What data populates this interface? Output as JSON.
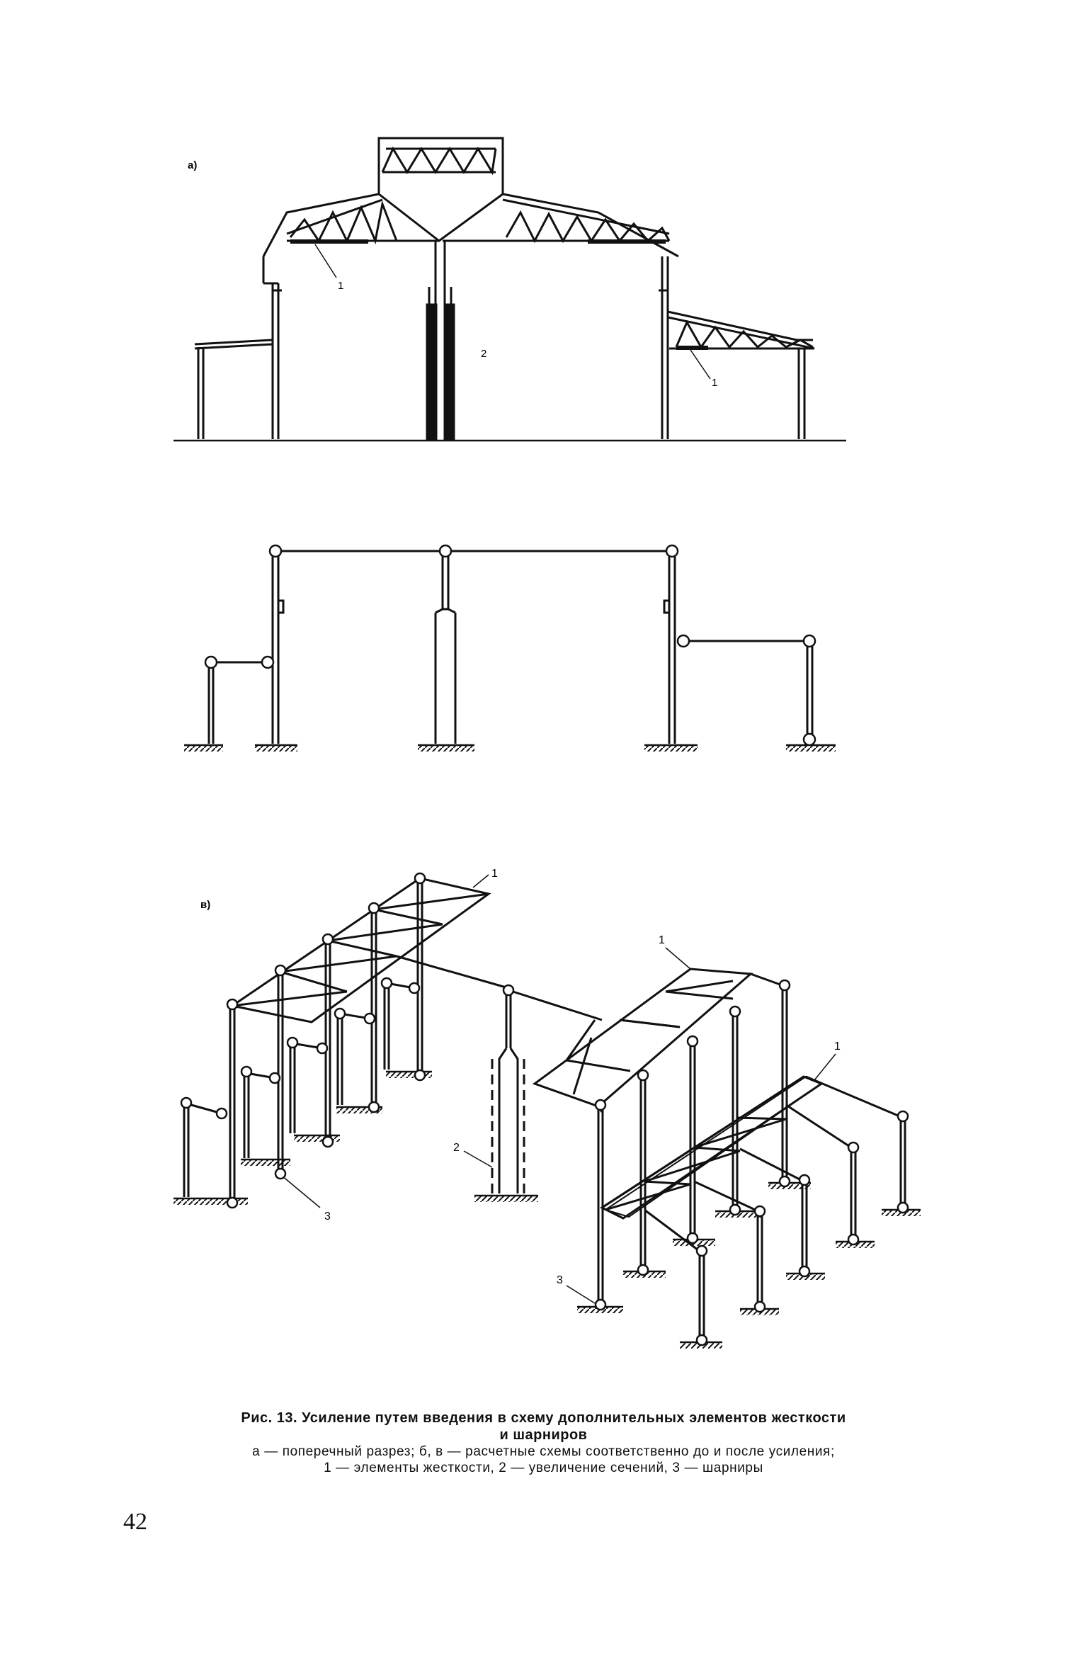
{
  "panels": {
    "a": {
      "letter": "а)",
      "labels": {
        "bracing_left": "1",
        "column_center": "2",
        "bracing_right": "1"
      }
    },
    "v": {
      "letter": "в)",
      "labels": {
        "bracing_top": "1",
        "bracing_mid": "1",
        "bracing_right": "1",
        "section": "2",
        "hinge_left": "3",
        "hinge_front": "3"
      }
    }
  },
  "caption": {
    "title_line1": "Рис. 13. Усиление путем введения в схему дополнительных элементов жесткости",
    "title_line2": "и шарниров",
    "legend_line1": "а — поперечный разрез; б, в — расчетные схемы соответственно до и после усиления;",
    "legend_line2": "1 — элементы жесткости, 2 — увеличение сечений, 3 — шарниры"
  },
  "page_number": "42"
}
